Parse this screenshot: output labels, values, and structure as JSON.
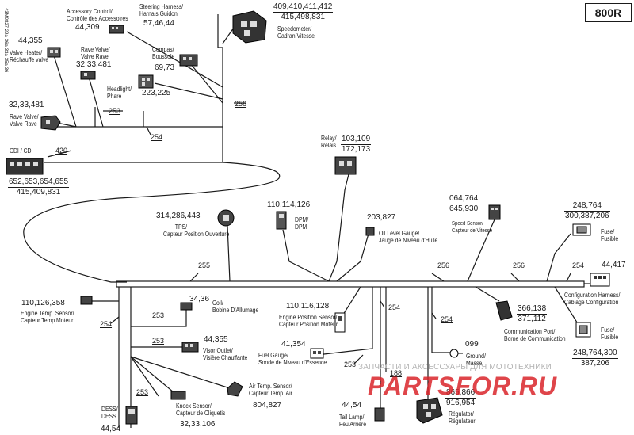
{
  "model": "800R",
  "document_code": "43M0827 29a-36a-33a-35a-36",
  "watermark": {
    "caption": "ЗАПЧАСТИ И АКСЕССУАРЫ ДЛЯ МОТОТЕХНИКИ",
    "logo_text": "PARTSFOR.RU"
  },
  "colors": {
    "line": "#1a1a1a",
    "watermark_red": "#d9252a",
    "watermark_grey": "#b3b3b3"
  },
  "components": {
    "accessory_control": {
      "label": [
        "Accessory Control/",
        "Contrôle des Accessoires"
      ],
      "numbers": [
        "44,309"
      ]
    },
    "steering_harness": {
      "label": [
        "Steering Harness/",
        "Harnais Guidon"
      ],
      "numbers": [
        "57,46,44"
      ]
    },
    "speedometer": {
      "label": [
        "Speedometer/",
        "Cadran Vitesse"
      ],
      "numbers": [
        "409,410,411,412",
        "415,498,831"
      ]
    },
    "valve_heater": {
      "label": [
        "Valve Heater/",
        "Réchauffe valve"
      ],
      "numbers": [
        "44,355"
      ]
    },
    "rave_valve_top": {
      "label": [
        "Rave Valve/",
        "Valve Rave"
      ],
      "numbers": [
        "32,33,481"
      ]
    },
    "compass": {
      "label": [
        "Compas/",
        "Boussole"
      ],
      "numbers": [
        "69,73"
      ]
    },
    "headlight": {
      "label": [
        "Headlight/",
        "Phare"
      ],
      "numbers": [
        "223,225"
      ]
    },
    "rave_valve_left": {
      "label": [
        "Rave Valve/",
        "Valve Rave"
      ],
      "numbers": [
        "32,33,481"
      ]
    },
    "cdi": {
      "label": [
        "CDI / CDI"
      ],
      "numbers": [
        "652,653,654,655",
        "415,409,831"
      ]
    },
    "cdi_number": "420",
    "relay": {
      "label": [
        "Relay/",
        "Relais"
      ],
      "numbers": [
        "103,109",
        "172,173"
      ]
    },
    "tps": {
      "label": [
        "TPS/",
        "Capteur Position Ouverture"
      ],
      "numbers": [
        "314,286,443"
      ]
    },
    "dpm": {
      "label": [
        "DPM/",
        "DPM"
      ],
      "numbers": [
        "110,114,126"
      ]
    },
    "oil_level_gauge": {
      "label": [
        "Oil Level Gauge/",
        "Jauge de Niveau d'Huile"
      ],
      "numbers": [
        "203,827"
      ]
    },
    "speed_sensor": {
      "label": [
        "Speed Sensor/",
        "Capteur de Vitesse"
      ],
      "numbers": [
        "064,764",
        "645,930"
      ]
    },
    "fuse_top": {
      "label": [
        "Fuse/",
        "Fusible"
      ],
      "numbers": [
        "248,764",
        "300,387,206"
      ]
    },
    "configuration_harness": {
      "label": [
        "Configuration Harness/",
        "Câblage Configuration"
      ],
      "numbers": [
        "44,417"
      ]
    },
    "engine_temp_sensor": {
      "label": [
        "Engine Temp. Sensor/",
        "Capteur Temp Moteur"
      ],
      "numbers": [
        "110,126,358"
      ]
    },
    "coil": {
      "label": [
        "Coil/",
        "Bobine D'Allumage"
      ],
      "numbers": [
        "34,36"
      ]
    },
    "engine_position_sensor": {
      "label": [
        "Engine Position Sensor/",
        "Capteur Position Moteur"
      ],
      "numbers": [
        "110,116,128"
      ]
    },
    "communication_port": {
      "label": [
        "Communication Port/",
        "Borne de Communication"
      ],
      "numbers": [
        "366,138",
        "371,112"
      ]
    },
    "fuse_bottom": {
      "label": [
        "Fuse/",
        "Fusible"
      ],
      "numbers": [
        "248,764,300",
        "387,206"
      ]
    },
    "visor_outlet": {
      "label": [
        "Visor Outlet/",
        "Visière Chauffante"
      ],
      "numbers": [
        "44,355"
      ]
    },
    "fuel_gauge": {
      "label": [
        "Fuel Gauge/",
        "Sonde de Niveau d'Essence"
      ],
      "numbers": [
        "41,354"
      ]
    },
    "ground": {
      "label": [
        "Ground/",
        "Masse"
      ],
      "numbers": [
        "099"
      ]
    },
    "air_temp_sensor": {
      "label": [
        "Air Temp. Sensor/",
        "Capteur Temp. Air"
      ],
      "numbers": [
        "804,827"
      ]
    },
    "knock_sensor": {
      "label": [
        "Knock Sensor/",
        "Capteur de Cliquetis"
      ],
      "numbers": [
        "32,33,106"
      ]
    },
    "dess": {
      "label": [
        "DESS/",
        "DESS"
      ],
      "numbers": [
        "44,54"
      ]
    },
    "tail_lamp": {
      "label": [
        "Tail Lamp/",
        "Feu Arrière"
      ],
      "numbers": [
        "44,54"
      ]
    },
    "regulator": {
      "label": [
        "Régulator/",
        "Régulateur"
      ],
      "numbers": [
        "865,866",
        "916,954"
      ]
    }
  },
  "segments": {
    "s256_top": "256",
    "s253_top": "253",
    "s254_top": "254",
    "s255": "255",
    "s256_main": "256",
    "s256_right": "256",
    "s254_right": "254",
    "s254_left": "254",
    "s253_a": "253",
    "s253_b": "253",
    "s253_c": "253",
    "s253_d": "253",
    "s254_mid": "254",
    "s254_mid2": "254",
    "s188": "188"
  }
}
